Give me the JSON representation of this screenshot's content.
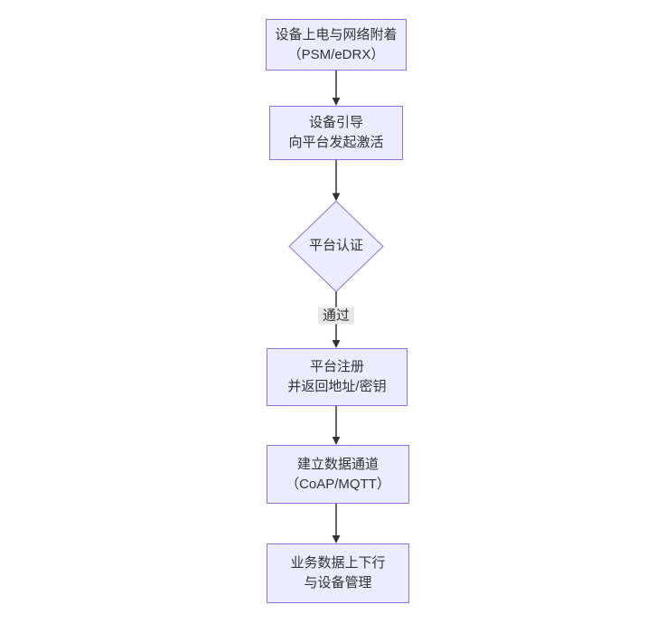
{
  "theme": {
    "background": "#ffffff",
    "node_fill": "#ECECFF",
    "node_border": "#9370DB",
    "arrow_color": "#333333",
    "text_color": "#333333",
    "edge_label_bg": "#e8e8e8"
  },
  "flowchart": {
    "type": "vertical-flow",
    "nodes": [
      {
        "id": "power-attach",
        "shape": "rect",
        "label": "设备上电与网络附着\n（PSM/eDRX）"
      },
      {
        "id": "bootstrap",
        "shape": "rect",
        "label": "设备引导\n向平台发起激活"
      },
      {
        "id": "platform-auth",
        "shape": "diamond",
        "label": "平台认证"
      },
      {
        "id": "platform-register",
        "shape": "rect",
        "label": "平台注册\n并返回地址/密钥"
      },
      {
        "id": "data-channel",
        "shape": "rect",
        "label": "建立数据通道\n（CoAP/MQTT）"
      },
      {
        "id": "business-data",
        "shape": "rect",
        "label": "业务数据上下行\n与设备管理"
      }
    ],
    "edges": [
      {
        "from": "power-attach",
        "to": "bootstrap",
        "label": ""
      },
      {
        "from": "bootstrap",
        "to": "platform-auth",
        "label": ""
      },
      {
        "from": "platform-auth",
        "to": "platform-register",
        "label": "通过"
      },
      {
        "from": "platform-register",
        "to": "data-channel",
        "label": ""
      },
      {
        "from": "data-channel",
        "to": "business-data",
        "label": ""
      }
    ]
  }
}
